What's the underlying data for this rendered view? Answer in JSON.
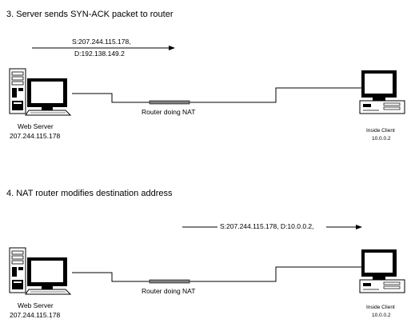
{
  "panels": [
    {
      "step_title": "3. Server sends SYN-ACK packet to router",
      "packet_line1": "S:207.244.115.178,",
      "packet_line2": "D:192.138.149.2",
      "router_label": "Router doing NAT",
      "server_label": "Web Server",
      "server_ip": "207.244.115.178",
      "client_label": "Inside Client",
      "client_ip": "10.0.0.2"
    },
    {
      "step_title": "4. NAT router modifies destination address",
      "packet_line1": "S:207.244.115.178, D:10.0.0.2,",
      "router_label": "Router doing NAT",
      "server_label": "Web Server",
      "server_ip": "207.244.115.178",
      "client_label": "Inside Client",
      "client_ip": "10.0.0.2"
    }
  ],
  "colors": {
    "line": "#000000",
    "router": "#7f7f7f",
    "screen": "#ffffff",
    "case": "#ffffff"
  },
  "icons": {
    "server": "desktop-tower-computer",
    "client": "desktop-computer",
    "router": "router-bar"
  }
}
